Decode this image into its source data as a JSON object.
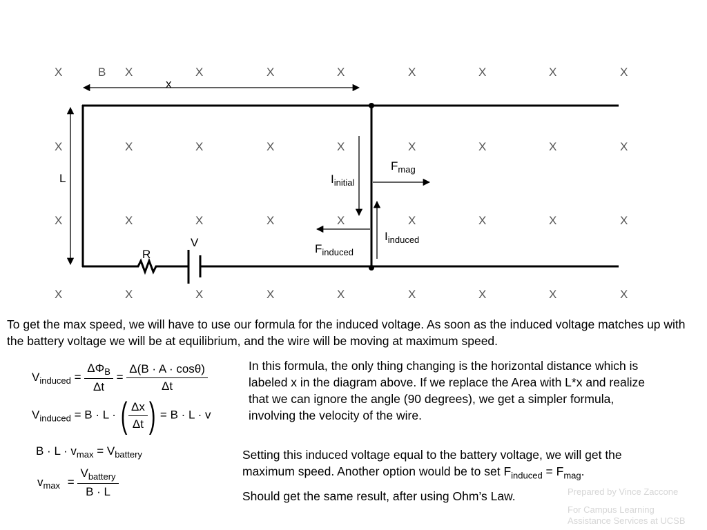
{
  "diagram": {
    "field_symbol": "X",
    "field_label": "B",
    "labels": {
      "x": "x",
      "L": "L",
      "R": "R",
      "V": "V",
      "F": "F",
      "I": "I",
      "sub_mag": "mag",
      "sub_initial": "initial",
      "sub_induced": "induced"
    }
  },
  "text": {
    "intro": "To get the max speed, we will have to use our formula for the induced voltage.  As soon as the induced voltage matches up with the battery voltage we will be at equilibrium, and the wire will be moving at maximum speed.",
    "explanation": "In this formula, the only thing changing is the horizontal distance which is labeled x in the diagram above.  If we replace the Area with L*x and realize that we can ignore the angle (90 degrees), we get a simpler formula, involving the velocity of the wire.",
    "setting_a": "Setting this induced voltage equal to the battery voltage, we will get the maximum speed.  Another option would be to set",
    "setting_eq_F": "F",
    "setting_eq_sub1": "induced",
    "setting_eq_mid": " = F",
    "setting_eq_sub2": "mag",
    "setting_eq_end": ".",
    "ohm": "Should get the same result, after using Ohm’s Law."
  },
  "equations": {
    "eq1": {
      "lhs": "V",
      "lhs_sub": "induced",
      "eqsign": "=",
      "num1": "ΔΦ",
      "num1_sub": "B",
      "den1": "Δt",
      "num2": "Δ(B · A · cosθ)",
      "den2": "Δt"
    },
    "eq2": {
      "lhs": "V",
      "lhs_sub": "induced",
      "mid": "= B · L ·",
      "num": "Δx",
      "den": "Δt",
      "rhs": "= B · L · v"
    },
    "eq3": {
      "lhs": "B · L · v",
      "lhs_sub": "max",
      "eqsign": "= V",
      "rhs_sub": "battery"
    },
    "eq4": {
      "lhs": "v",
      "lhs_sub": "max",
      "eqsign": "=",
      "num": "V",
      "num_sub": "battery",
      "den": "B · L"
    }
  },
  "credits": {
    "line1": "Prepared by Vince Zaccone",
    "line2": "For Campus Learning",
    "line3": "Assistance Services at UCSB"
  }
}
